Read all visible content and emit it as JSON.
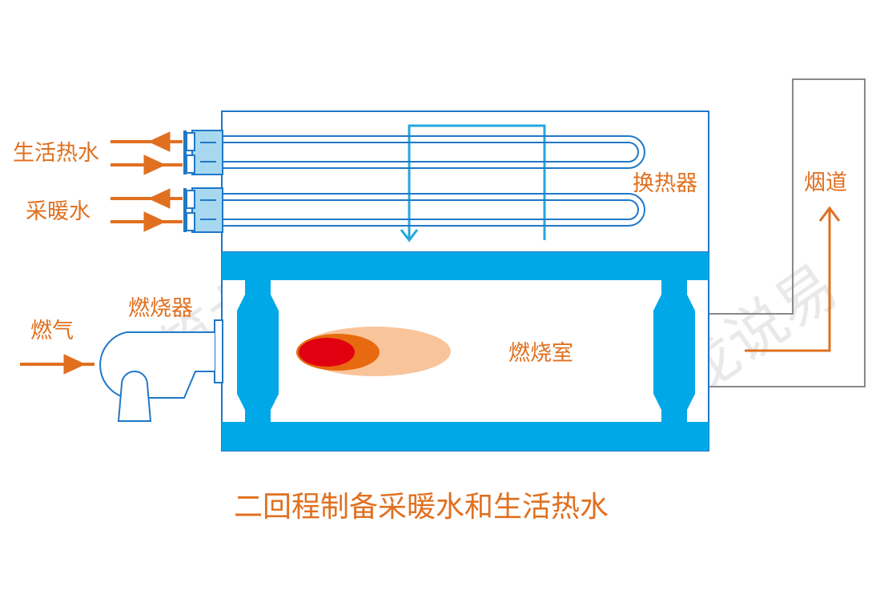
{
  "labels": {
    "domestic_hot_water": "生活热水",
    "heating_water": "采暖水",
    "heat_exchanger": "换热器",
    "flue": "烟道",
    "burner": "燃烧器",
    "gas": "燃气",
    "combustion_chamber": "燃烧室",
    "caption": "二回程制备采暖水和生活热水"
  },
  "watermark": {
    "text_1": "筑龙说易",
    "text_2": "筑龙说易"
  },
  "colors": {
    "label": "#E07020",
    "outline": "#1F78C8",
    "chamber_fill": "#00A8E8",
    "pipe_light": "#A8D8F0",
    "flame_outer": "#F9C49A",
    "flame_mid": "#E86A10",
    "flame_core": "#E00010",
    "flue_outline": "#888888",
    "flow_arrow": "#E07020"
  },
  "icons": {
    "inflow_arrow": "arrow-right-icon",
    "outflow_arrow": "arrow-left-icon",
    "flue_arrow": "arrow-up-icon",
    "gas_arrow": "arrow-right-icon"
  }
}
